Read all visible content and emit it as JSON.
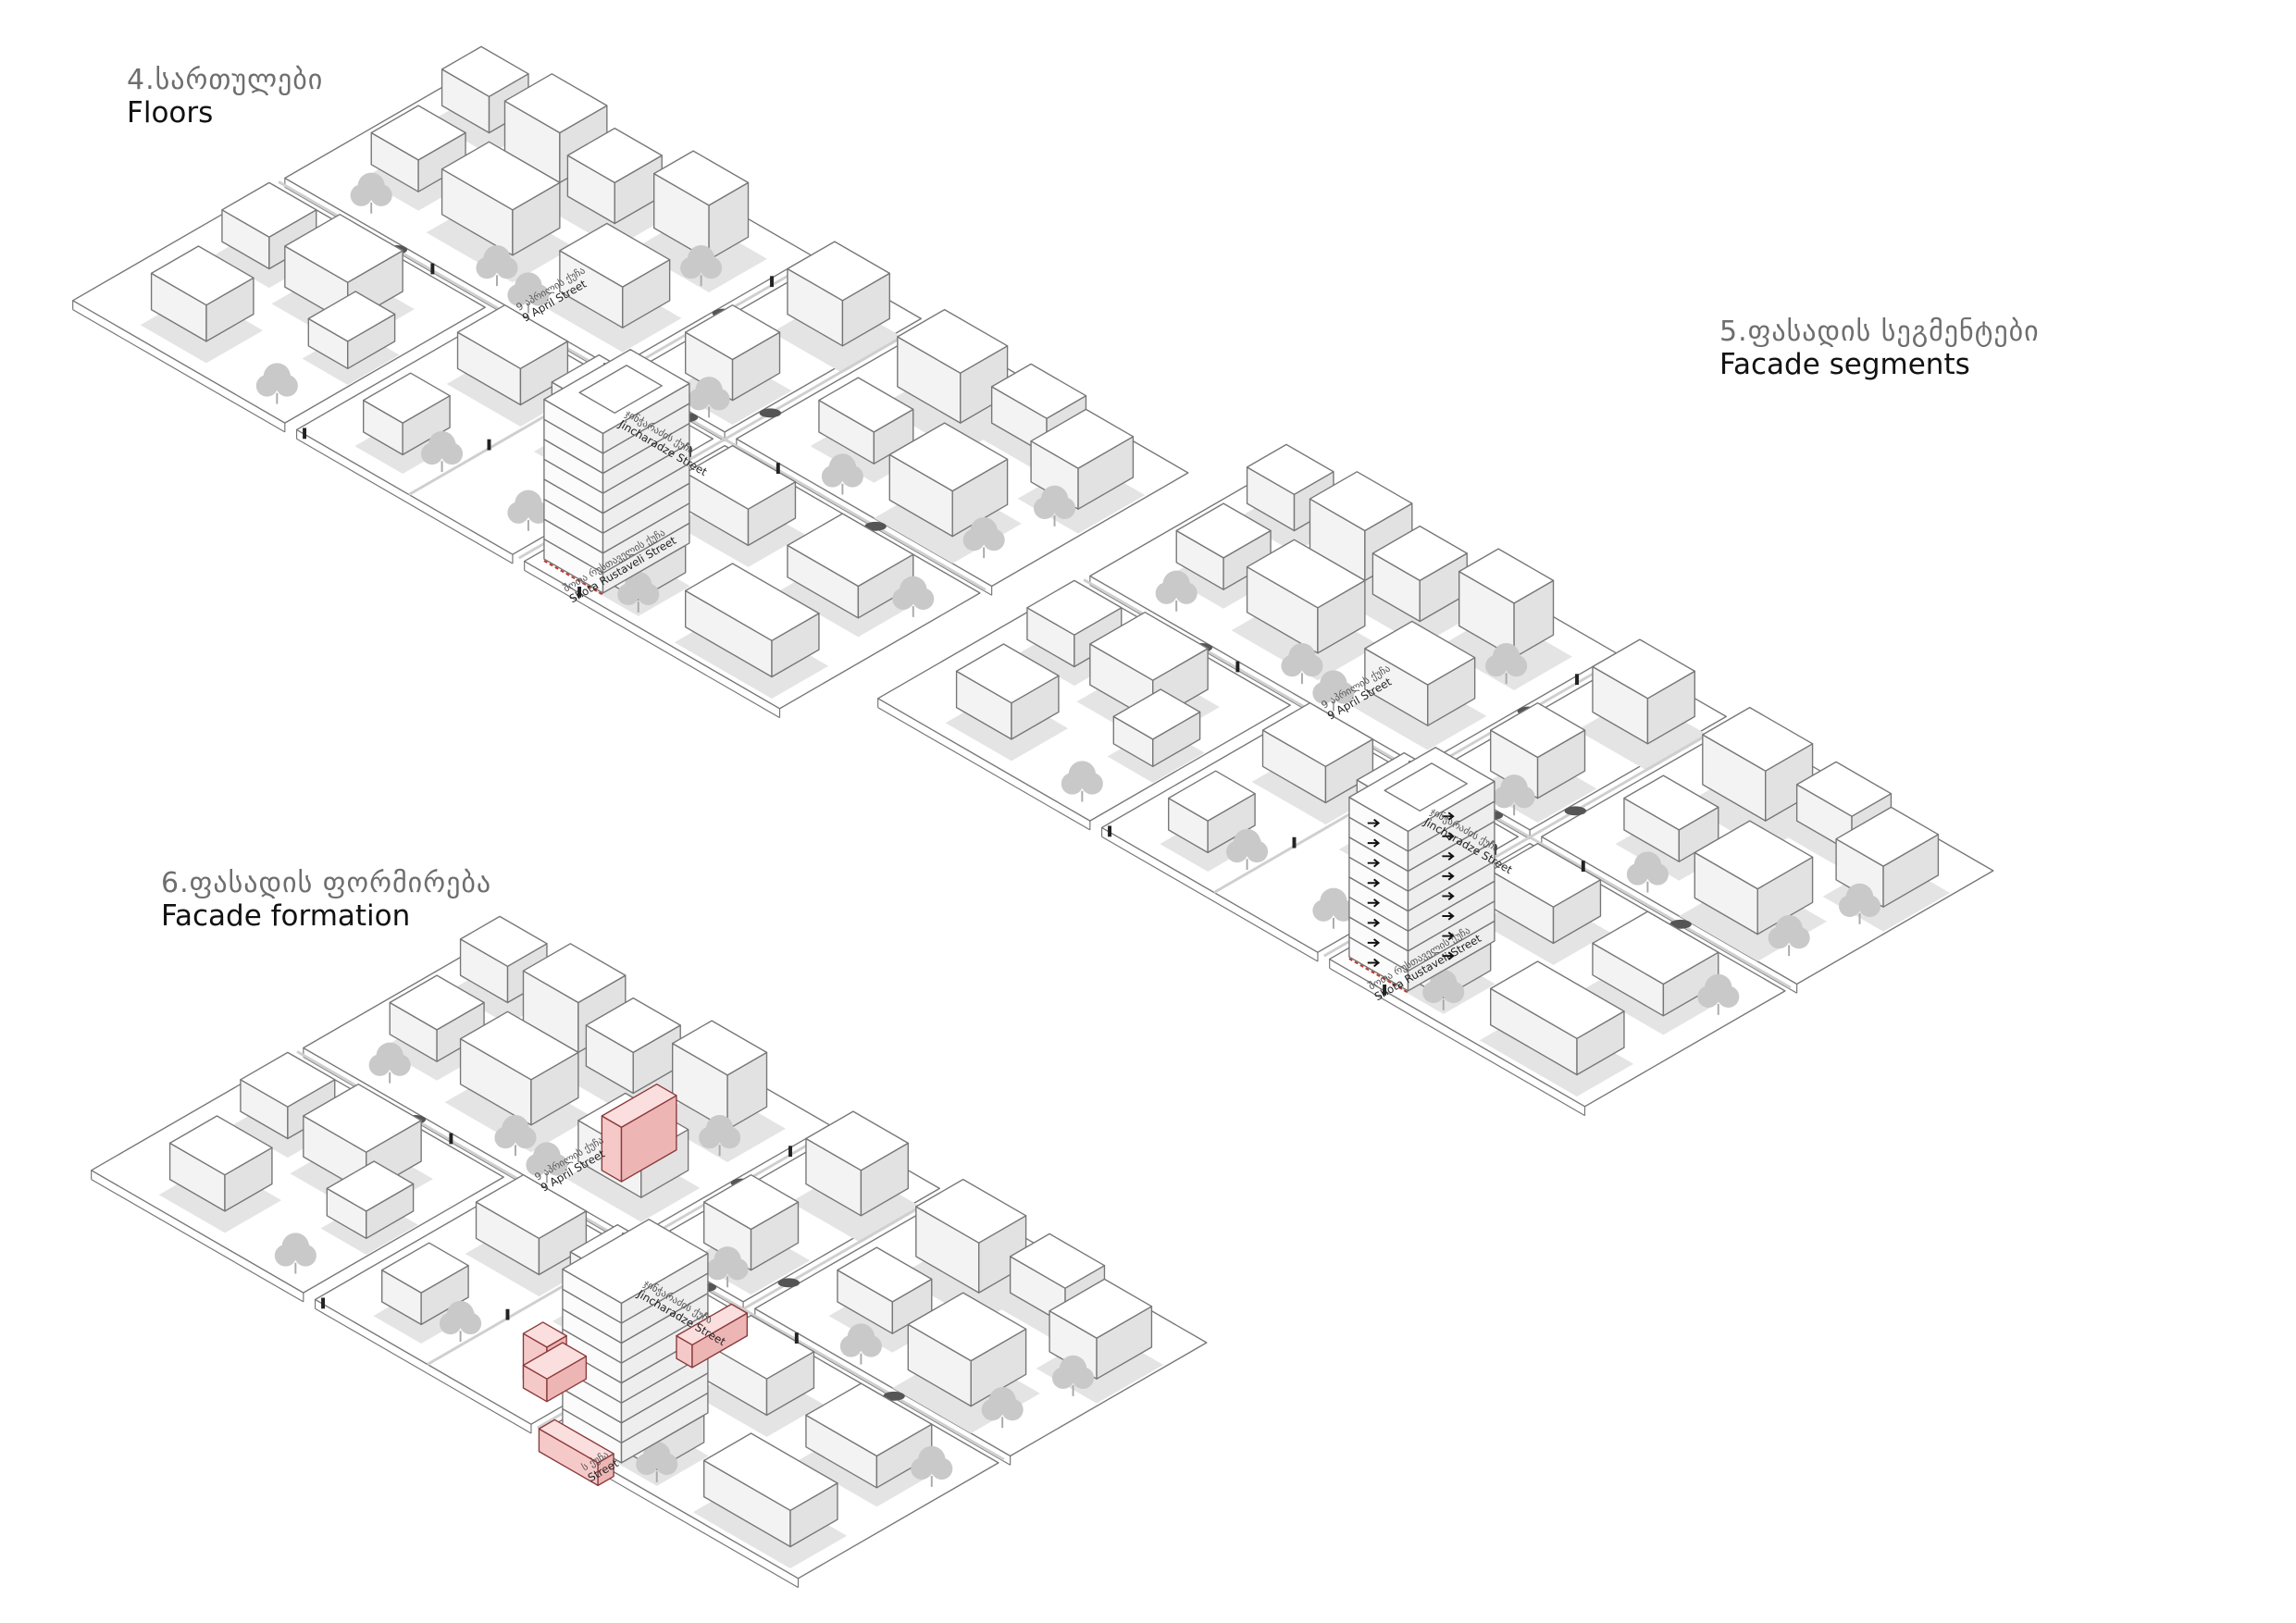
{
  "headings": [
    {
      "ka": "4.სართულები",
      "en": "Floors"
    },
    {
      "ka": "5.ფასადის სეგმენტები",
      "en": "Facade segments"
    },
    {
      "ka": "6.ფასადის ფორმირება",
      "en": "Facade formation"
    }
  ],
  "streets": {
    "april_ka": "9 აპრილის ქუჩა",
    "april_en": "9 April Street",
    "jincharadze_ka": "ჯინჭარაძის ქუჩა",
    "jincharadze_en": "Jincharadze Street",
    "rustaveli_ka": "შოთა რუსთაველის ქუჩა",
    "rustaveli_en": "Shota Rustaveli Street",
    "rustaveli_partial_ka": "ს ქუჩა",
    "rustaveli_partial_en": "Street"
  },
  "colors": {
    "line": "#777777",
    "building_top": "#ffffff",
    "building_left": "#f3f3f3",
    "building_right": "#e2e2e2",
    "shadow": "#e4e4e4",
    "tree": "#c9c9c9",
    "accent_fill": "#f6c9c9",
    "accent_stroke": "#c0392b"
  }
}
